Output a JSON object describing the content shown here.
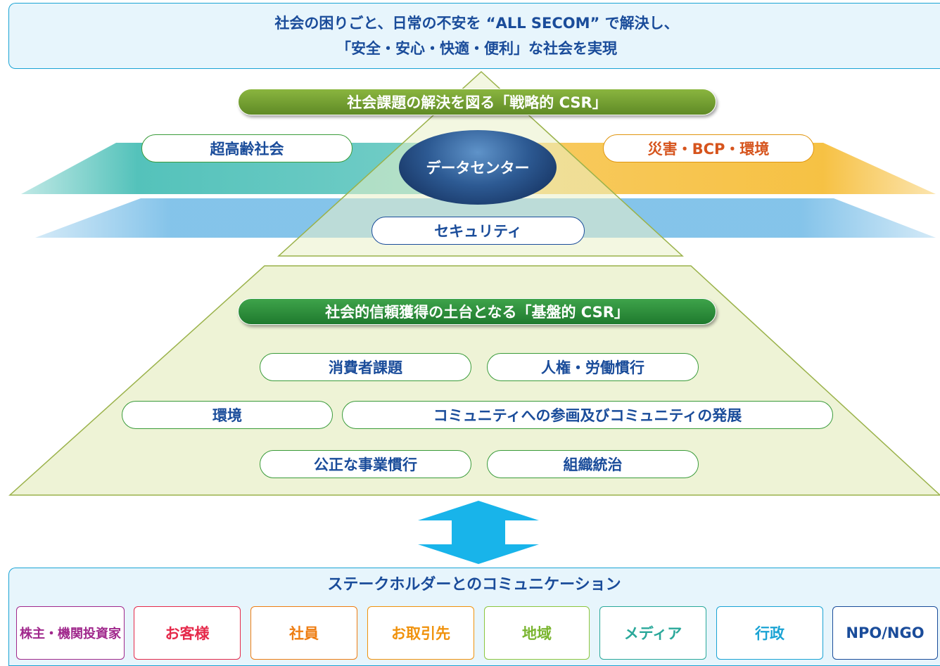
{
  "vision": {
    "line1": "社会の困りごと、日常の不安を “ALL SECOM” で解決し、",
    "line2": "「安全・安心・快適・便利」な社会を実現"
  },
  "strategic": {
    "banner": "社会課題の解決を図る「戦略的 CSR」",
    "left_pill": "超高齢社会",
    "right_pill": "災害・BCP・環境",
    "center": "データセンター",
    "bottom_pill": "セキュリティ"
  },
  "foundation": {
    "banner": "社会的信頼獲得の土台となる「基盤的 CSR」",
    "items": [
      "消費者課題",
      "人権・労働慣行",
      "環境",
      "コミュニティへの参画及びコミュニティの発展",
      "公正な事業慣行",
      "組織統治"
    ]
  },
  "stakeholders": {
    "title": "ステークホルダーとのコミュニケーション",
    "items": [
      {
        "label": "株主・機関投資家",
        "color": "#a0288c"
      },
      {
        "label": "お客様",
        "color": "#e5294a"
      },
      {
        "label": "社員",
        "color": "#ee7d12"
      },
      {
        "label": "お取引先",
        "color": "#f0920c"
      },
      {
        "label": "地域",
        "color": "#8cc63f"
      },
      {
        "label": "メディア",
        "color": "#2aa89a"
      },
      {
        "label": "行政",
        "color": "#1aa3d4"
      },
      {
        "label": "NPO/NGO",
        "color": "#1a4c9a"
      }
    ]
  },
  "colors": {
    "strategic_banner": "#6f9a2e",
    "foundation_banner": "#2e8a3a",
    "band_teal": "#4bbfb7",
    "band_orange": "#f6be3a",
    "band_blue": "#6fb9e6",
    "arrow": "#18b4ea"
  }
}
